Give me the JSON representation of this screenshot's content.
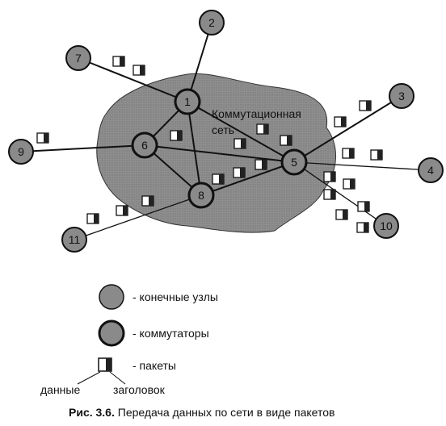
{
  "network": {
    "cloud_label_line1": "Коммутационная",
    "cloud_label_line2": "сеть"
  },
  "end_nodes": [
    "2",
    "3",
    "4",
    "7",
    "9",
    "10",
    "11"
  ],
  "switches": [
    "1",
    "5",
    "6",
    "8"
  ],
  "legend": {
    "end_nodes": "- конечные узлы",
    "switches": "- коммутаторы",
    "packets": "- пакеты",
    "data": "данные",
    "header": "заголовок"
  },
  "caption": {
    "prefix": "Рис. 3.6.",
    "text": "Передача данных по сети в виде пакетов"
  },
  "colors": {
    "cloud": "#8f8f8f",
    "node_fill": "#8a8a8a",
    "stroke": "#111111"
  }
}
